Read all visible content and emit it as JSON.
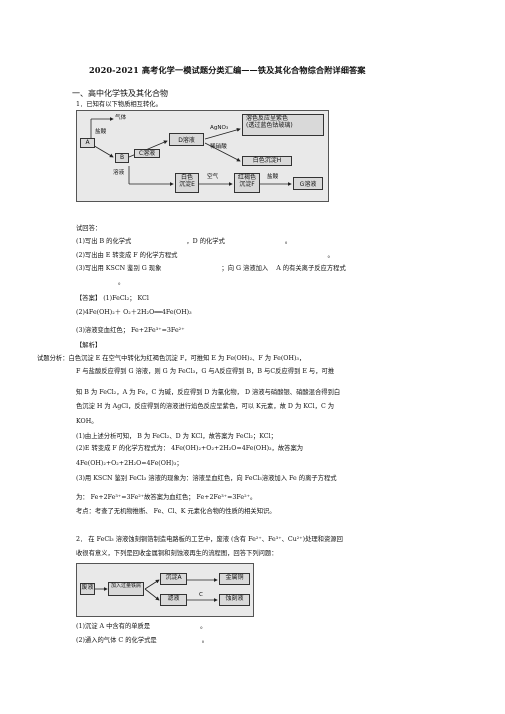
{
  "title": "2020-2021 高考化学一模试题分类汇编——铁及其化合物综合附详细答案",
  "section1": "一、高中化学铁及其化合物",
  "q1": {
    "stem": "1．已知有以下物质相互转化。",
    "diagram": {
      "A": "A",
      "hcl1": "盐酸",
      "gas": "气体",
      "B": "B",
      "C_sol": "C溶液",
      "solution": "溶液",
      "D_sol": "D溶液",
      "agno3": "AgNO₃",
      "dilute_nitric": "稀硝酸",
      "flame": "溶色反应呈紫色",
      "flame2": "(透过蓝色钴玻璃)",
      "white_ppt_H": "白色沉淀H",
      "white_ppt_E1": "白色",
      "white_ppt_E2": "沉淀E",
      "air": "空气",
      "redbrown1": "红褐色",
      "redbrown2": "沉淀F",
      "hcl2": "盐酸",
      "G_sol": "G溶液"
    },
    "ask": "试回答：",
    "p1": "(1)写出 B 的化学式",
    "p1b": "，D 的化学式",
    "p1c": "。",
    "p2": "(2)写出由 E 转变成  F 的化学方程式",
    "p2b": "。",
    "p3": "(3)写出用 KSCN 鉴别 G 现象",
    "p3b": "；向 G 溶液加入",
    "p3c": "A 的有关离子反应方程式",
    "p3d": "。",
    "answer": "【答案】 (1)FeCl₂；  KCl",
    "ans2": "(2)4Fe(OH)₂＋ O₂＋2H₂O══4Fe(OH)₃",
    "ans3": "(3)溶液变血红色；     Fe+2Fe³⁺=3Fe²⁺",
    "analysis_tag": "【解析】",
    "a1": "试题分析：白色沉淀  E 在空气中转化为红褐色沉淀     F，可推知 E 为 Fe(OH)₂、F 为 Fe(OH)₃，",
    "a2": "F 与盐酸反应得到  G 溶液，则  G 为 FeCl₃，G 与A反应得到 B，B 与C反应得到 E 与，可推",
    "a3": "知 B 为 FeCl₂，A 为 Fe，C 为碱，反应得到  D 为氯化物，  D 溶液与硝酸银、硝酸混合得到白",
    "a4": "色沉淀  H 为 AgCl，反应得到的溶液进行焰色反应呈紫色，可以          K元素，故 D 为 KCl，C 为",
    "a5": "KOH。",
    "a6": "(1)由上述分析可知，    B 为 FeCl₂、D 为 KCl，故答案为  FeCl₂；KCl；",
    "a7": "(2)E 转变成  F 的化学方程式为：  4Fe(OH)₂+O₂+2H₂O=4Fe(OH)₃，故答案为",
    "a8": "4Fe(OH)₂+O₂+2H₂O=4Fe(OH)₃；",
    "a9": "(3)用 KSCN 鉴别 FeCl₃ 溶液的现象为：溶液呈血红色，向        FeCl₃溶液加入  Fe 的离子方程式",
    "a10": "为：  Fe+2Fe³⁺=3Fe²⁺故答案为血红色；   Fe+2Fe³⁺=3Fe²⁺。",
    "a11": "考点：考查了无机物推断、     Fe、Cl、K 元素化合物的性质的相关知识。"
  },
  "q2": {
    "stem1": "2．    在 FeCl₃ 溶液蚀刻铜箔制造电路板的工艺中，废液       (含有 Fe²⁺、Fe³⁺、Cu²⁺)处理和资源回",
    "stem2": "收很有意义，下列是回收金属铜和刻蚀液再生的流程图，回答下列问题：",
    "diagram": {
      "waste": "废液",
      "step1": "加入过量铁屑",
      "ppt_A": "沉淀A",
      "filtrate": "滤液",
      "gas_C": "C",
      "etch": "蚀刻液",
      "metal": "金属铜"
    },
    "p1": "(1)沉淀 A 中含有的单质是",
    "p1b": "。",
    "p2": "(2)通入的气体    C 的化学式是",
    "p2b": "。"
  }
}
